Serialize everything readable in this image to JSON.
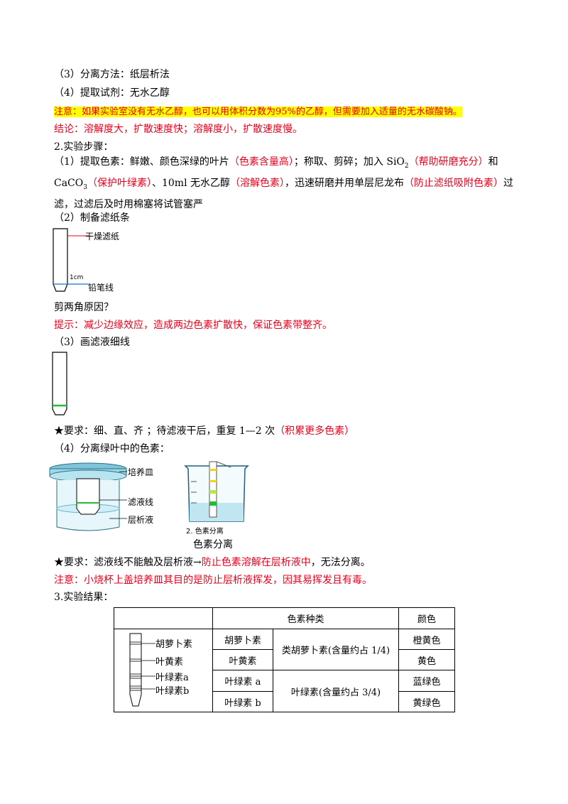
{
  "lines": {
    "l1": "（3）分离方法：纸层析法",
    "l2": "（4）提取试剂：无水乙醇",
    "note1": "注意：如果实验室没有无水乙醇，也可以用体积分数为95%的乙醇，但需要加入适量的无水碳酸钠。",
    "conclusion": "结论：溶解度大，扩散速度快；溶解度小，扩散速度慢。",
    "steps_title": "2.实验步骤：",
    "step1": {
      "a": "（1）提取色素：鲜嫩、颜色深绿的叶片",
      "b": "（色素含量高）",
      "c": "；称取、剪碎；加入 SiO",
      "d": "（帮助研磨充分）",
      "e": "和",
      "f": "CaCO",
      "g": "（保护叶绿素）",
      "h": "、10ml 无水乙醇",
      "i": "（溶解色素）",
      "j": "，迅速研磨并用单层尼龙布",
      "k": "（防止滤纸吸附色素）",
      "l": "过",
      "m": "滤，过滤后及时用棉塞将试管塞严",
      "sub2": "2",
      "sub3": "3"
    },
    "step2": "（2）制备滤纸条",
    "q_cut": "剪两角原因？",
    "hint": "提示：减少边缘效应，造成两边色素扩散快，保证色素带整齐。",
    "step3": "（3）画滤液细线",
    "req1a": "★要求：细、直、齐 ；待滤液干后，重复 1—2 次",
    "req1b": "（积累更多色素）",
    "step4": "（4）分离绿叶中的色素：",
    "req2a": "★要求：滤液线不能触及层析液→",
    "req2b": "防止色素溶解在层析液中",
    "req2c": "，无法分离。",
    "note2": "注意：小烧杯上盖培养皿其目的是防止层析液挥发，因其易挥发且有毒。",
    "results_title": "3.实验结果："
  },
  "figures": {
    "strip_label": "干燥滤纸",
    "cm_label": "1cm",
    "pencil_label": "铅笔线",
    "dish_label": "培养皿",
    "filter_line_label": "滤液线",
    "solvent_label": "层析液",
    "beaker_sublabel": "2. 色素分离",
    "caption": "色素分离"
  },
  "table": {
    "header_kind": "色素种类",
    "header_color": "颜色",
    "strip_labels": [
      "胡萝卜素",
      "叶黄素",
      "叶绿素a",
      "叶绿素b"
    ],
    "rows": [
      {
        "name": "胡萝卜素",
        "color": "橙黄色"
      },
      {
        "name": "叶黄素",
        "color": "黄色"
      },
      {
        "name": "叶绿素 a",
        "color": "蓝绿色"
      },
      {
        "name": "叶绿素 b",
        "color": "黄绿色"
      }
    ],
    "group1": "类胡萝卜素(含量约占 1/4)",
    "group2": "叶绿素(含量约占 3/4)"
  },
  "colors": {
    "red": "#e8001c",
    "highlight": "#ffff00",
    "band_green": "#22bb33",
    "band_yellow": "#f2d21a",
    "band_lime": "#b6e84a",
    "glass": "#9fd8e8"
  }
}
